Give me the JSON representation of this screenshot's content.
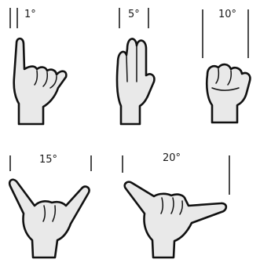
{
  "figure": {
    "panels": [
      {
        "label": "1°"
      },
      {
        "label": "5°"
      },
      {
        "label": "10°"
      },
      {
        "label": "15°"
      },
      {
        "label": "20°"
      }
    ]
  },
  "colors": {
    "ink": "#111111",
    "hand_fill": "#e9e9e9",
    "background": "#ffffff"
  }
}
